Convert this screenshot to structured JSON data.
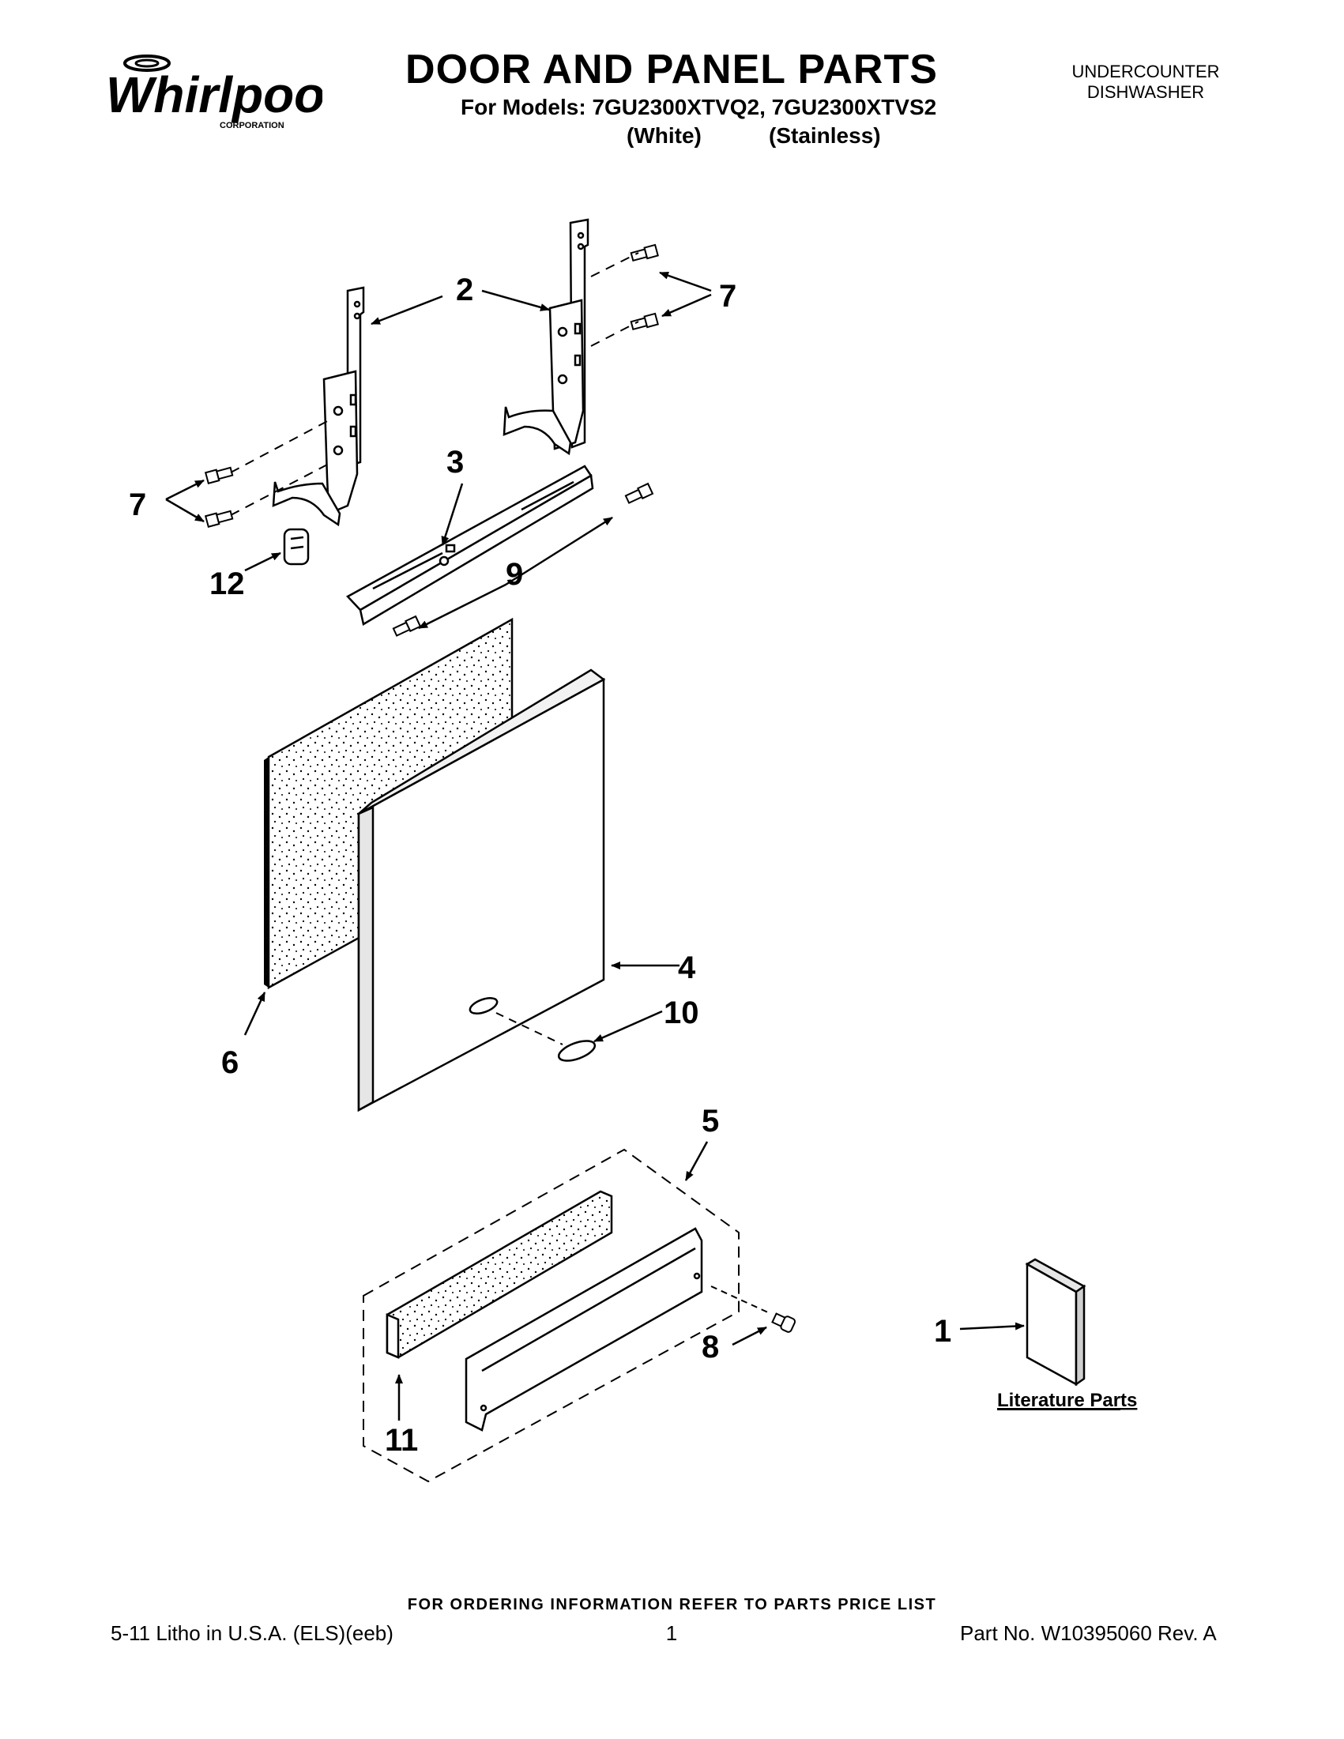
{
  "header": {
    "brand": "Whirlpool",
    "brand_sub": "CORPORATION",
    "title": "DOOR AND PANEL PARTS",
    "models_line": "For Models: 7GU2300XTVQ2, 7GU2300XTVS2",
    "variant_white": "(White)",
    "variant_stainless": "(Stainless)",
    "category_line1": "UNDERCOUNTER",
    "category_line2": "DISHWASHER"
  },
  "callouts": {
    "c1": "1",
    "c2": "2",
    "c3": "3",
    "c4": "4",
    "c5": "5",
    "c6": "6",
    "c7a": "7",
    "c7b": "7",
    "c8": "8",
    "c9": "9",
    "c10": "10",
    "c11": "11",
    "c12": "12"
  },
  "literature_label": "Literature Parts",
  "footer": {
    "ordering_note": "FOR ORDERING INFORMATION REFER TO PARTS PRICE LIST",
    "litho": "5-11 Litho in U.S.A. (ELS)(eeb)",
    "page_number": "1",
    "part_number": "Part No. W10395060 Rev. A"
  },
  "colors": {
    "ink": "#000000",
    "paper": "#ffffff",
    "panel_fill": "#f2f2f2"
  }
}
